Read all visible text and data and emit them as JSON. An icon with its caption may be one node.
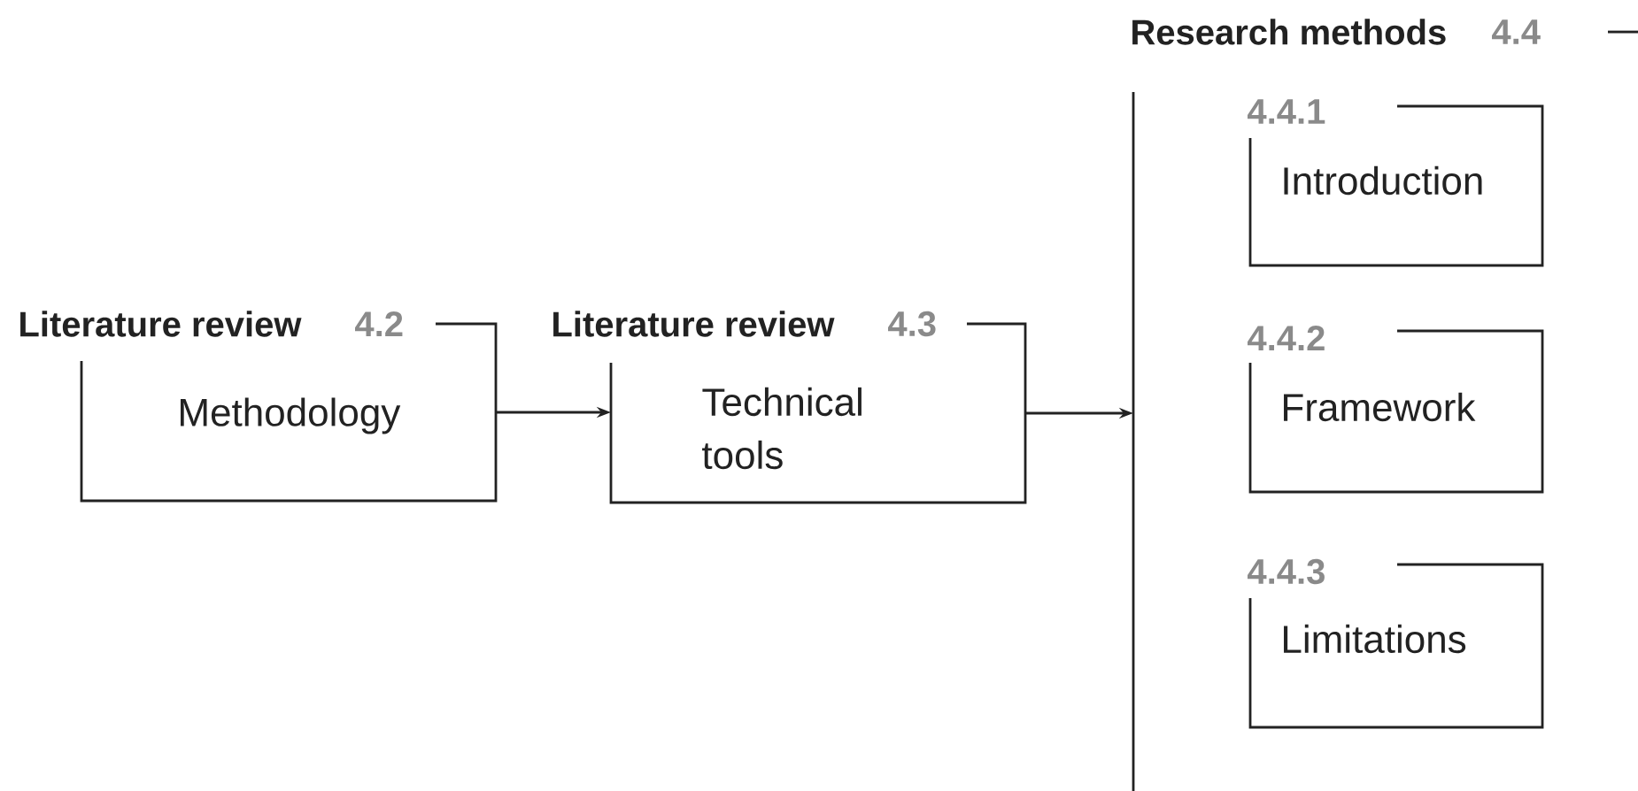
{
  "diagram": {
    "nodes": [
      {
        "text": [
          "Literature review",
          "4.2",
          "Methodology"
        ]
      },
      {
        "text": [
          "Literature review",
          "4.3",
          "Technical tools"
        ]
      },
      {
        "text": [
          "Research methods",
          "4.4"
        ]
      },
      {
        "text": [
          "4.4.1",
          "Introduction"
        ],
        "in": 2
      },
      {
        "text": [
          "4.4.2",
          "Framework"
        ],
        "in": 2
      },
      {
        "text": [
          "4.4.3",
          "Limitations"
        ],
        "in": 2
      }
    ],
    "edges": [
      {
        "from": 0,
        "to": 1,
        "arrow": "to"
      },
      {
        "from": 1,
        "to": 2,
        "arrow": "to"
      }
    ]
  }
}
